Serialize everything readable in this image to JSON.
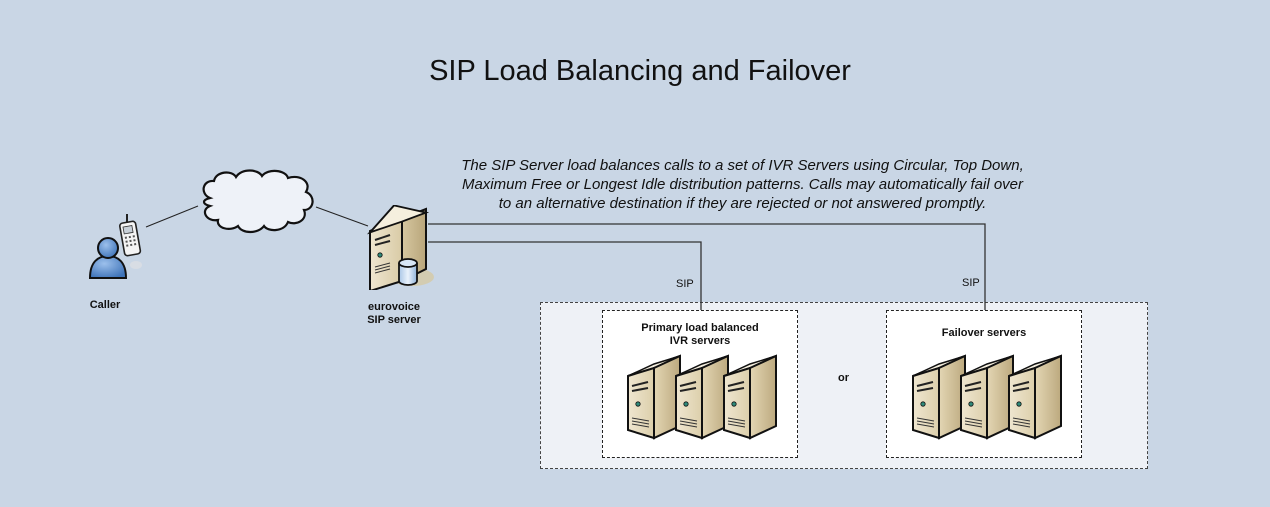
{
  "diagram": {
    "title": "SIP Load Balancing and Failover",
    "description_lines": [
      "The SIP Server load balances calls to a set of IVR Servers using Circular, Top Down,",
      "Maximum Free or Longest Idle distribution patterns.  Calls may automatically fail over",
      "to an alternative destination if they are rejected or not answered promptly."
    ],
    "nodes": {
      "caller": {
        "label": "Caller",
        "icon": "user-with-phone-icon"
      },
      "cloud": {
        "label": "",
        "icon": "cloud-icon"
      },
      "sip_server": {
        "label_line1": "eurovoice",
        "label_line2": "SIP server",
        "icon": "server-database-icon"
      },
      "primary_group": {
        "label_line1": "Primary load balanced",
        "label_line2": "IVR servers",
        "server_count": 3,
        "icon": "server-icon"
      },
      "failover_group": {
        "label": "Failover servers",
        "server_count": 3,
        "icon": "server-icon"
      }
    },
    "connectors": {
      "primary_protocol": "SIP",
      "failover_protocol": "SIP"
    },
    "separator_label": "or",
    "colors": {
      "background": "#c9d6e5",
      "outer_container": "#eef1f6",
      "inner_container": "#ffffff",
      "server_body": "#e8dcc0",
      "person_blue": "#5b8fd0"
    }
  }
}
